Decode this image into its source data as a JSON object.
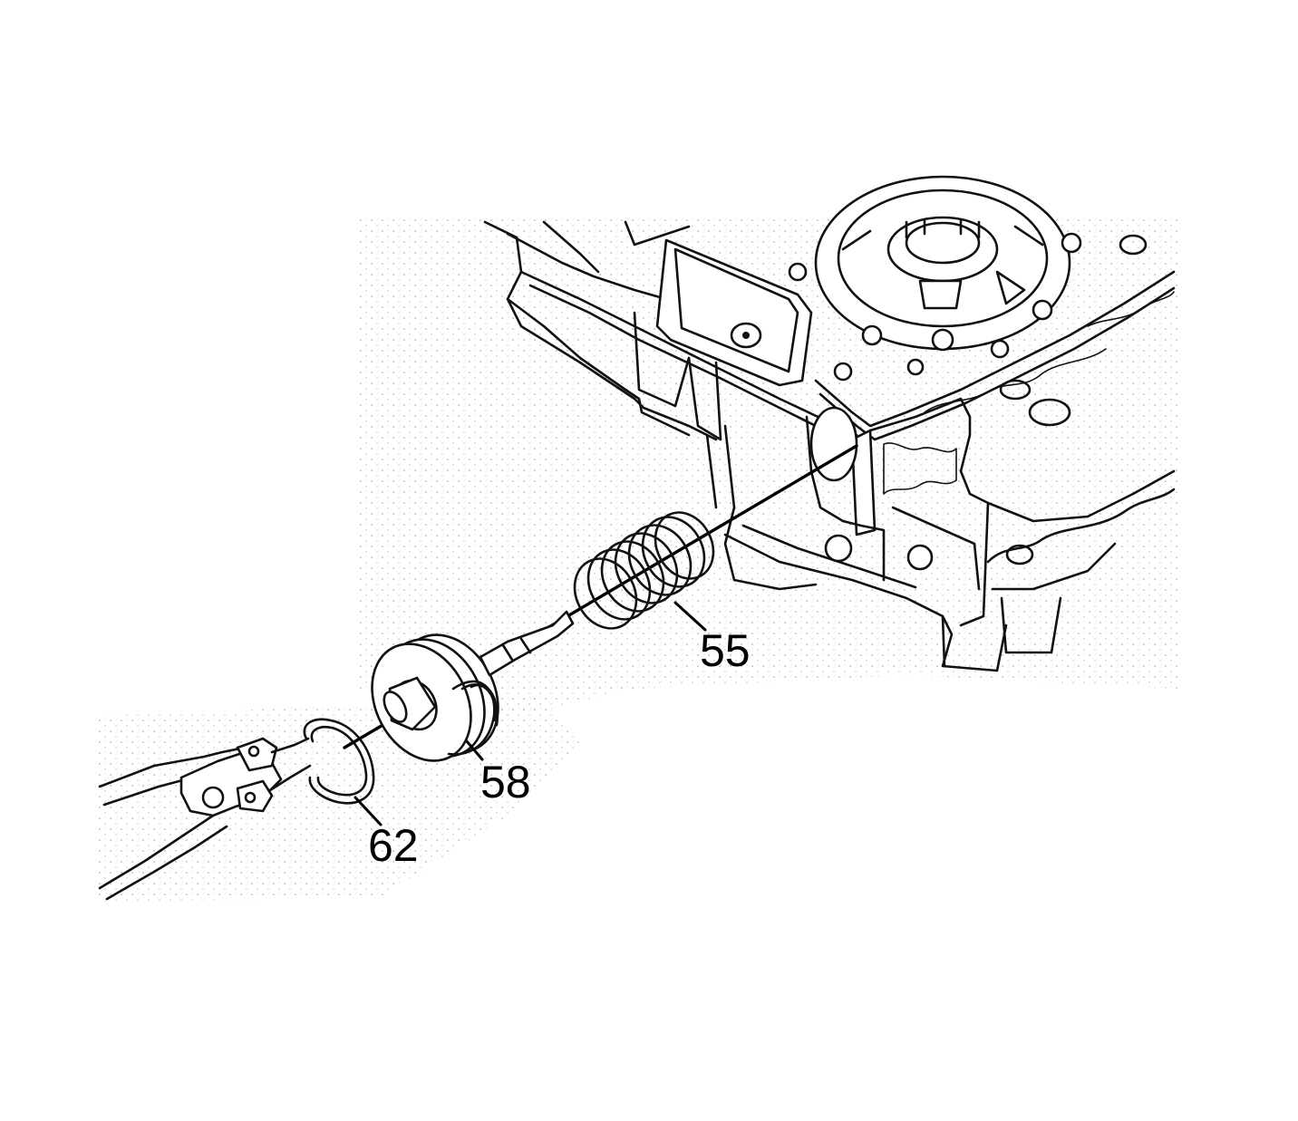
{
  "callouts": [
    {
      "id": "spring",
      "label": "55"
    },
    {
      "id": "piston",
      "label": "58"
    },
    {
      "id": "snap-ring",
      "label": "62"
    }
  ],
  "colors": {
    "ink": "#111111",
    "background": "#ffffff",
    "stipple": "#b5b5b5"
  }
}
